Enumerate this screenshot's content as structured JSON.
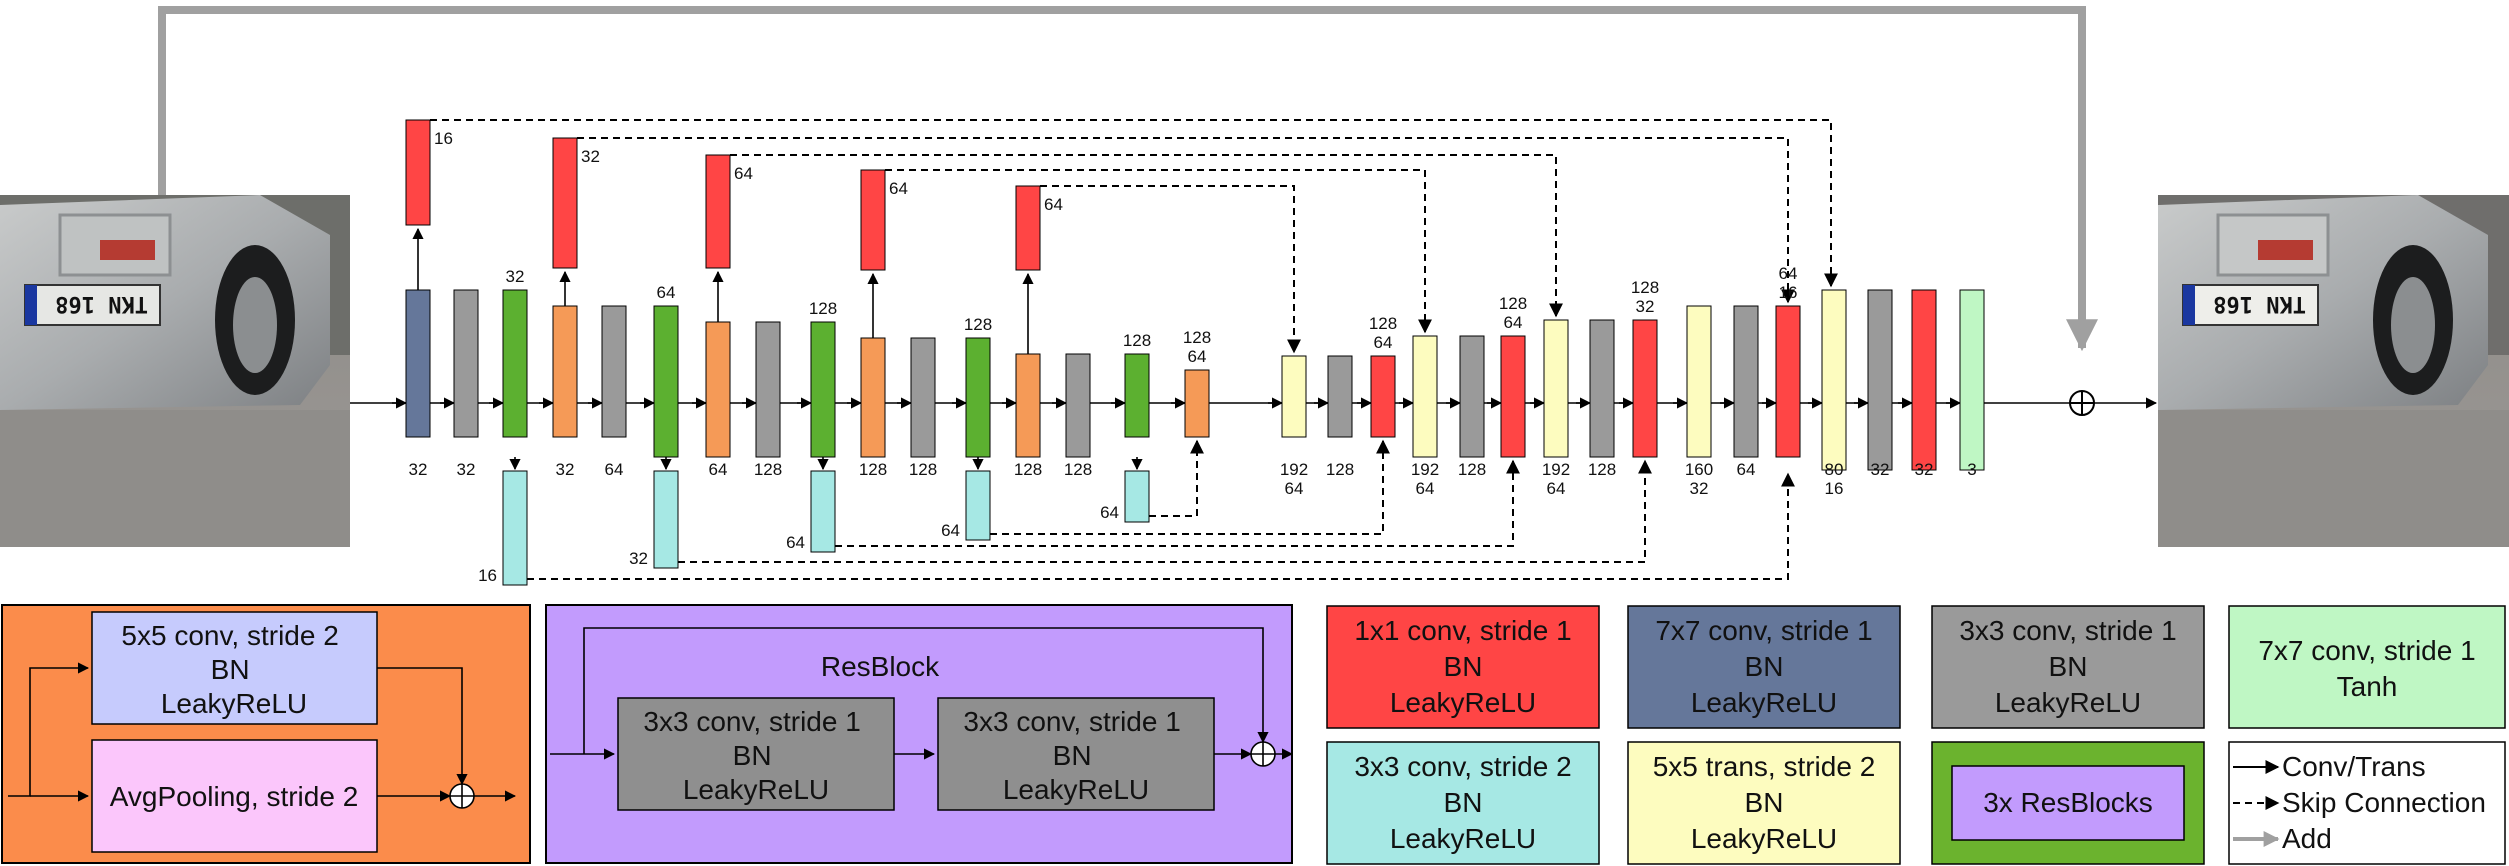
{
  "colors": {
    "red": "#ff4545",
    "slate": "#65779a",
    "gray": "#9a9a9a",
    "green": "#5cb030",
    "orange": "#f59a57",
    "cyan": "#a6e8e4",
    "yellow": "#fdfcbf",
    "mint": "#bff7c4",
    "orange_panel": "#fb8c4b",
    "purple_panel": "#c29bfd",
    "blue_box": "#c6cbfd",
    "pink_box": "#fbc6fb",
    "dark_gray_box": "#8f8f8f",
    "resblocks_green": "#6bb32e",
    "resblocks_purple": "#c29bfd"
  },
  "images": {
    "input_plate": "TKN 168",
    "output_plate": "TKN 168"
  },
  "blocks": [
    {
      "id": "b1",
      "type": "slate",
      "bottom": "32"
    },
    {
      "id": "b2",
      "type": "gray",
      "bottom": "32"
    },
    {
      "id": "b3",
      "type": "green",
      "top": "32"
    },
    {
      "id": "b4",
      "type": "orange",
      "bottom": "32"
    },
    {
      "id": "b5",
      "type": "gray",
      "bottom": "64"
    },
    {
      "id": "b6",
      "type": "green",
      "top": "64"
    },
    {
      "id": "b7",
      "type": "orange",
      "bottom": "64"
    },
    {
      "id": "b8",
      "type": "gray",
      "bottom": "128"
    },
    {
      "id": "b9",
      "type": "green",
      "top": "128"
    },
    {
      "id": "b10",
      "type": "orange",
      "bottom": "128"
    },
    {
      "id": "b11",
      "type": "gray",
      "bottom": "128"
    },
    {
      "id": "b12",
      "type": "green",
      "top": "128"
    },
    {
      "id": "b13",
      "type": "orange",
      "bottom": "128"
    },
    {
      "id": "b14",
      "type": "gray",
      "bottom": "128"
    },
    {
      "id": "b15",
      "type": "green",
      "top": "128"
    },
    {
      "id": "b16",
      "type": "orange",
      "top": "128\n64"
    },
    {
      "id": "b17",
      "type": "yellow",
      "bottom": "192\n64"
    },
    {
      "id": "b18",
      "type": "gray",
      "bottom": "128"
    },
    {
      "id": "b19",
      "type": "red",
      "top": "128\n64"
    },
    {
      "id": "b20",
      "type": "yellow",
      "bottom": "192\n64"
    },
    {
      "id": "b21",
      "type": "gray",
      "bottom": "128"
    },
    {
      "id": "b22",
      "type": "red",
      "top": "128\n64"
    },
    {
      "id": "b23",
      "type": "yellow",
      "bottom": "192\n64"
    },
    {
      "id": "b24",
      "type": "gray",
      "bottom": "128"
    },
    {
      "id": "b25",
      "type": "red",
      "top": "128\n32"
    },
    {
      "id": "b26",
      "type": "yellow",
      "bottom": "160\n32"
    },
    {
      "id": "b27",
      "type": "gray",
      "bottom": "64"
    },
    {
      "id": "b28",
      "type": "red",
      "top": "64\n16"
    },
    {
      "id": "b29",
      "type": "yellow",
      "bottom": "80\n16"
    },
    {
      "id": "b30",
      "type": "gray",
      "bottom": "32"
    },
    {
      "id": "b31",
      "type": "red",
      "bottom": "32"
    },
    {
      "id": "b32",
      "type": "mint",
      "bottom": "3"
    }
  ],
  "top_reds": [
    {
      "id": "r1",
      "label": "16"
    },
    {
      "id": "r2",
      "label": "32"
    },
    {
      "id": "r3",
      "label": "64"
    },
    {
      "id": "r4",
      "label": "64"
    },
    {
      "id": "r5",
      "label": "64"
    }
  ],
  "down_cyans": [
    {
      "id": "c1",
      "label": "16"
    },
    {
      "id": "c2",
      "label": "32"
    },
    {
      "id": "c3",
      "label": "64"
    },
    {
      "id": "c4",
      "label": "64"
    },
    {
      "id": "c5",
      "label": "64"
    }
  ],
  "legend": {
    "orange_panel": {
      "conv_box": "5x5 conv, stride 2\nBN\nLeakyReLU",
      "pool_box": "AvgPooling, stride 2"
    },
    "resblock_panel": {
      "title": "ResBlock",
      "box1": "3x3 conv, stride 1\nBN\nLeakyReLU",
      "box2": "3x3 conv, stride 1\nBN\nLeakyReLU"
    },
    "red_box": "1x1 conv, stride 1\nBN\nLeakyReLU",
    "slate_box": "7x7 conv, stride 1\nBN\nLeakyReLU",
    "gray_box": "3x3 conv, stride 1\nBN\nLeakyReLU",
    "mint_box": "7x7 conv, stride 1\nTanh",
    "cyan_box": "3x3 conv, stride 2\nBN\nLeakyReLU",
    "yellow_box": "5x5 trans, stride 2\nBN\nLeakyReLU",
    "resblocks_box": "3x ResBlocks",
    "arrows": {
      "solid": "Conv/Trans",
      "dashed": "Skip Connection",
      "gray": "Add"
    }
  }
}
